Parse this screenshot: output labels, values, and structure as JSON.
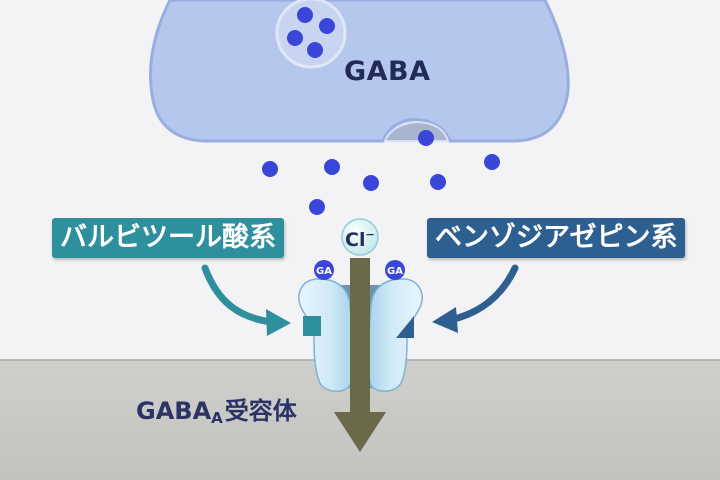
{
  "presynaptic": {
    "neurotransmitter_label": "GABA"
  },
  "ion": {
    "label": "Cl",
    "charge": "−"
  },
  "receptor": {
    "name_main": "GABA",
    "name_subscript": "A",
    "name_suffix": "受容体",
    "binding_site_left": "GA",
    "binding_site_right": "GA"
  },
  "drugs": {
    "left": {
      "label": "バルビツール酸系",
      "color": "#2e8f9d"
    },
    "right": {
      "label": "ベンゾジアゼピン系",
      "color": "#2e5f91"
    }
  },
  "colors": {
    "background": "#f3f3f6",
    "membrane": "#c7c7c4",
    "vesicle_fill": "#b7c8ec",
    "gaba_molecule": "#3a46d8",
    "ion_arrow": "#6a6a4a"
  }
}
